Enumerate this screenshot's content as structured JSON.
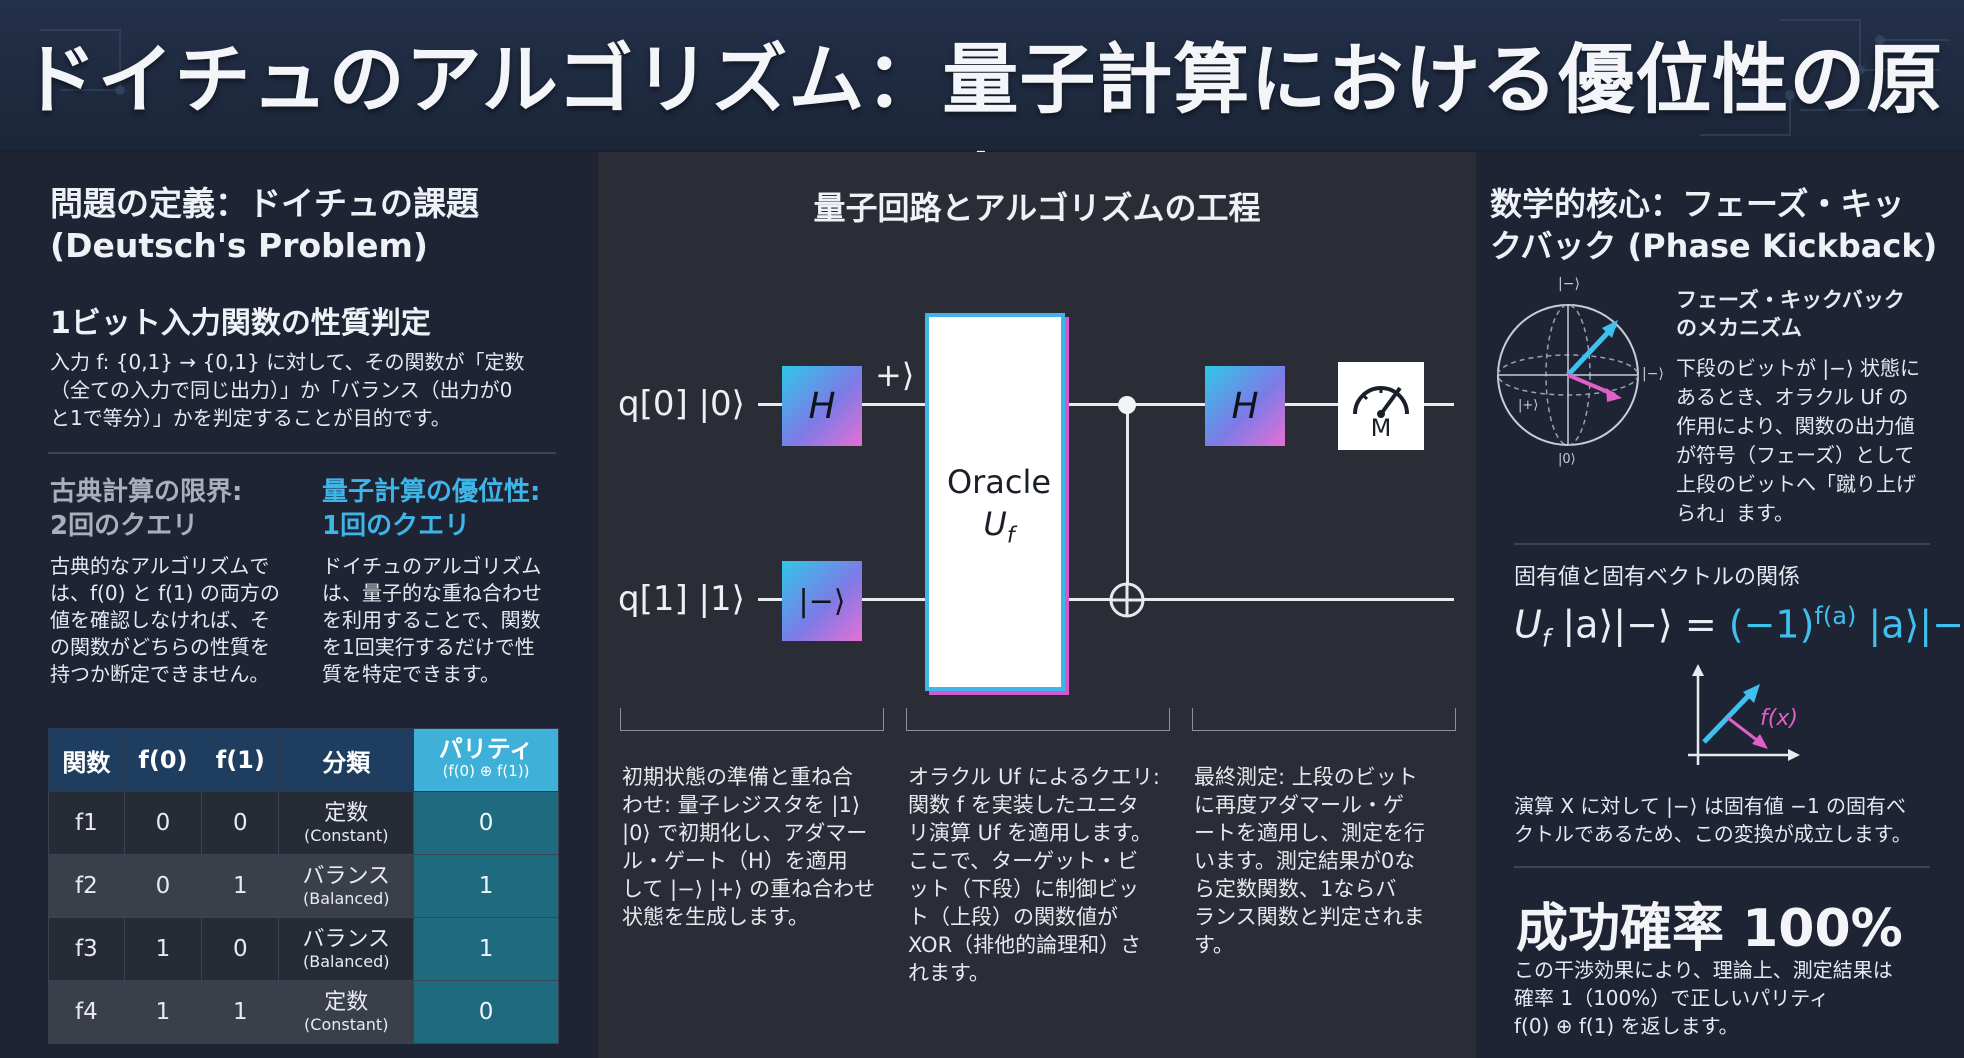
{
  "title": "ドイチュのアルゴリズム：量子計算における優位性の原点",
  "left": {
    "heading_line1": "問題の定義：ドイチュの課題",
    "heading_line2": "(Deutsch's Problem)",
    "subheading": "1ビット入力関数の性質判定",
    "intro": [
      "入力 f: {0,1} → {0,1} に対して、その関数が「定数",
      "（全ての入力で同じ出力）」か「バランス（出力が0",
      "と1で等分）」かを判定することが目的です。"
    ],
    "classical_title": [
      "古典計算の限界:",
      "2回のクエリ"
    ],
    "classical_text": [
      "古典的なアルゴリズムで",
      "は、f(0) と f(1) の両方の",
      "値を確認しなければ、そ",
      "の関数がどちらの性質を",
      "持つか断定できません。"
    ],
    "quantum_title": [
      "量子計算の優位性:",
      "1回のクエリ"
    ],
    "quantum_text": [
      "ドイチュのアルゴリズム",
      "は、量子的な重ね合わせ",
      "を利用することで、関数",
      "を1回実行するだけで性",
      "質を特定できます。"
    ],
    "table": {
      "headers": [
        "関数",
        "f(0)",
        "f(1)",
        "分類",
        "パリティ"
      ],
      "parity_sub": "(f(0) ⊕ f(1))",
      "rows": [
        {
          "fn": "f1",
          "f0": "0",
          "f1": "0",
          "cls": "定数",
          "cls_en": "(Constant)",
          "parity": "0"
        },
        {
          "fn": "f2",
          "f0": "0",
          "f1": "1",
          "cls": "バランス",
          "cls_en": "(Balanced)",
          "parity": "1"
        },
        {
          "fn": "f3",
          "f0": "1",
          "f1": "0",
          "cls": "バランス",
          "cls_en": "(Balanced)",
          "parity": "1"
        },
        {
          "fn": "f4",
          "f0": "1",
          "f1": "1",
          "cls": "定数",
          "cls_en": "(Constant)",
          "parity": "0"
        }
      ]
    }
  },
  "center": {
    "heading": "量子回路とアルゴリズムの工程",
    "q0_label": "q[0]  |0⟩",
    "q1_label": "q[1]  |1⟩",
    "plus_state": "+⟩",
    "h_gate": "H",
    "minus_gate": "|−⟩",
    "oracle_line1": "Oracle",
    "oracle_line2": "U",
    "oracle_sub": "f",
    "meter_label": "M",
    "steps": [
      [
        "初期状態の準備と重ね合",
        "わせ: 量子レジスタを |1⟩",
        "|0⟩ で初期化し、アダマー",
        "ル・ゲート（H）を適用",
        "して |−⟩ |+⟩ の重ね合わせ",
        "状態を生成します。"
      ],
      [
        "オラクル Uf によるクエリ:",
        "関数 f を実装したユニタ",
        "リ演算 Uf を適用します。",
        "ここで、ターゲット・ビ",
        "ット（下段）に制御ビッ",
        "ト（上段）の関数値が",
        "XOR（排他的論理和）さ",
        "れます。"
      ],
      [
        "最終測定: 上段のビット",
        "に再度アダマール・ゲ",
        "ートを適用し、測定を行",
        "います。測定結果が0な",
        "ら定数関数、1ならバ",
        "ランス関数と判定されま",
        "す。"
      ]
    ]
  },
  "right": {
    "heading_line1": "数学的核心：フェーズ・キッ",
    "heading_line2": "クバック (Phase Kickback)",
    "bloch_top": "|−⟩",
    "bloch_side": "|−⟩",
    "bloch_left": "|+⟩",
    "bloch_bottom": "|0⟩",
    "mech_title": [
      "フェーズ・キックバック",
      "のメカニズム"
    ],
    "mech_text": [
      "下段のビットが |−⟩ 状態に",
      "あるとき、オラクル Uf の",
      "作用により、関数の出力値",
      "が符号（フェーズ）として",
      "上段のビットへ「蹴り上げ",
      "られ」ます。"
    ],
    "eig_title": "固有値と固有ベクトルの関係",
    "eq_left": "U",
    "eq_sub": "f",
    "eq_mid": " |a⟩|−⟩ = ",
    "eq_coef": "(−1)",
    "eq_exp": "f(a)",
    "eq_right": " |a⟩|−⟩",
    "fx_label": "f(x)",
    "eig_note": [
      "演算 X に対して |−⟩ は固有値 −1 の固有べ",
      "クトルであるため、この変換が成立します。"
    ],
    "success": "成功確率 100%",
    "success_text": [
      "この干渉効果により、理論上、測定結果は",
      "確率 1（100%）で正しいパリティ",
      "f(0) ⊕ f(1) を返します。"
    ]
  }
}
